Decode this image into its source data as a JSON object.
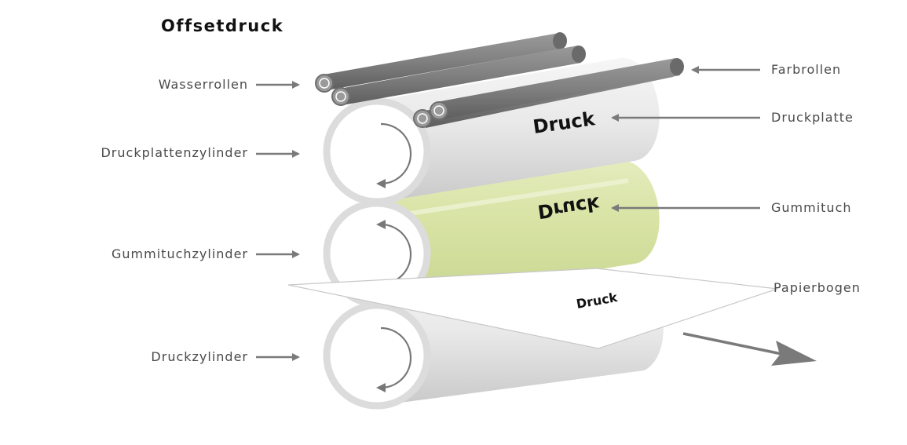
{
  "title": "Offsetdruck",
  "labels": {
    "wasserrollen": "Wasserrollen",
    "druckplattenzylinder": "Druckplattenzylinder",
    "gummituchzylinder": "Gummituchzylinder",
    "druckzylinder": "Druckzylinder",
    "farbrollen": "Farbrollen",
    "druckplatte": "Druckplatte",
    "gummituch": "Gummituch",
    "papierbogen": "Papierbogen"
  },
  "print_text": "Druck",
  "colors": {
    "label_text": "#4a4a4a",
    "arrow": "#7a7a7a",
    "roller": "#808080",
    "cylinder": "#e6e6e6",
    "blanket": "#d7e2a2",
    "paper": "#ffffff"
  }
}
